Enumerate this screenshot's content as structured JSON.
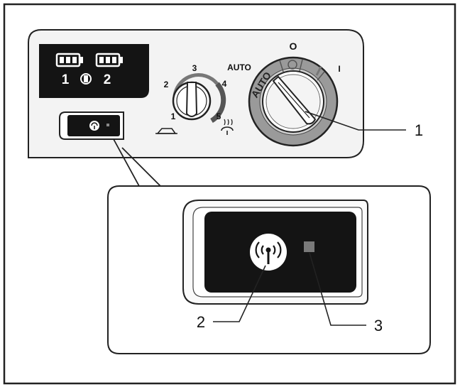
{
  "battery_panel": {
    "battery_1_label": "1",
    "battery_2_label": "2"
  },
  "temperature_dial": {
    "marks": [
      "1",
      "2",
      "3",
      "4",
      "5"
    ]
  },
  "mode_dial": {
    "auto_outer_label": "AUTO",
    "auto_knob_label": "AUTO",
    "off_label": "O",
    "on_label": "I"
  },
  "callouts": {
    "callout_1": "1",
    "callout_2": "2",
    "callout_3": "3"
  },
  "icons": {
    "battery": "battery-icon",
    "parking_heater": "parking-heater-icon",
    "remote_signal": "remote-signal-icon",
    "vehicle": "vehicle-icon",
    "steering_wheel": "steering-wheel-heat-icon"
  },
  "colors": {
    "panel_bg": "#f2f2f2",
    "dark_panel": "#141414",
    "outline": "#222222",
    "dial_ring": "#9a9a9a",
    "indicator_led": "#7a7a7a"
  }
}
